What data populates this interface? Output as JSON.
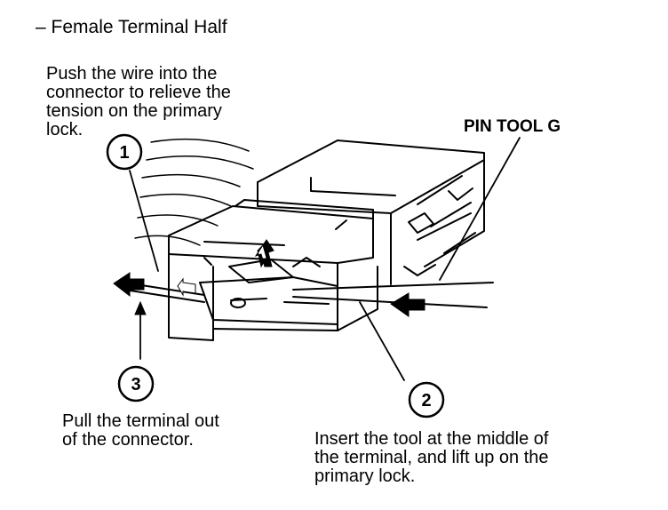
{
  "title": "– Female Terminal Half",
  "callouts": {
    "step1": {
      "number": "1",
      "text": "Push the wire into the\nconnector to relieve the\ntension on the primary\nlock."
    },
    "step2": {
      "number": "2",
      "text": "Insert the tool at the middle of\nthe terminal, and lift up on the\nprimary lock."
    },
    "step3": {
      "number": "3",
      "text": "Pull the terminal out\nof the connector."
    }
  },
  "tool_label": "PIN TOOL G"
}
